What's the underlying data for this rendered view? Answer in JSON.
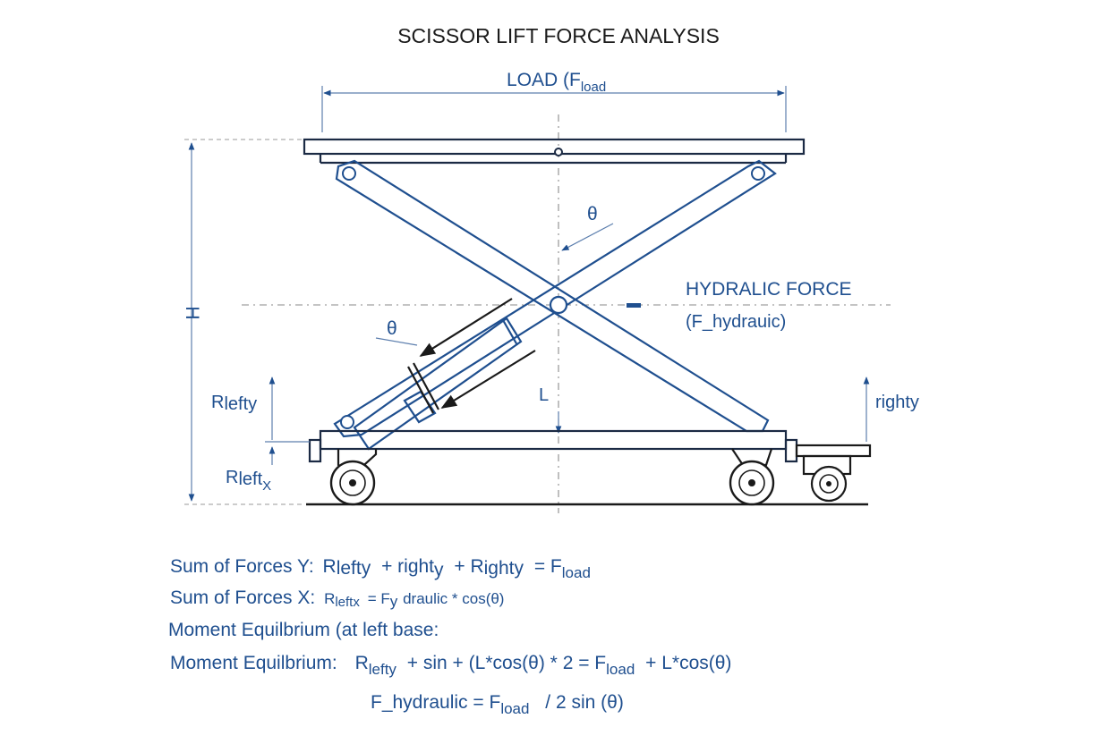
{
  "title": "SCISSOR LIFT FORCE ANALYSIS",
  "load": {
    "label": "LOAD (F",
    "sub": "load"
  },
  "angle_symbol": "θ",
  "hydraulic": {
    "line1": "HYDRALIC FORCE",
    "line2": "(F_hydrauic)"
  },
  "height_label": "H",
  "length_label": "L",
  "reactions": {
    "left_y": {
      "base": "R",
      "sub": "lefty"
    },
    "left_x": {
      "base": "R",
      "sub1": "left",
      "sub2": "X"
    },
    "right_y": "righty"
  },
  "equations": {
    "sum_y": {
      "prefix": "Sum of Forces Y:",
      "r": "R",
      "r_sub": "lefty",
      "plus1": "+ right",
      "right_sub": "y",
      "plus2": "+ R",
      "r2_sub": "ighty",
      "eq": "= F",
      "f_sub": "load"
    },
    "sum_x": {
      "prefix": "Sum of Forces X:",
      "rhs": "R",
      "rhs_sub": "leftx",
      "rhs_rest": "= F",
      "rhs_sub2": "y",
      "rhs_tail": "draulic * cos(θ)"
    },
    "moment_heading": "Moment Equilbrium (at left base:",
    "moment": {
      "prefix": "Moment Equilbrium:",
      "r": "R",
      "r_sub": "lefty",
      "mid": "+ sin + (L*cos(θ)  * 2   = F",
      "f_sub": "load",
      "tail": "+ L*cos(θ)"
    },
    "final": {
      "lhs": "F_hydraulic = F",
      "f_sub": "load",
      "rhs": "/   2 sin (θ)"
    }
  },
  "colors": {
    "blue": "#1f4f8f",
    "dark": "#1b2a44",
    "black": "#1a1a1a"
  }
}
